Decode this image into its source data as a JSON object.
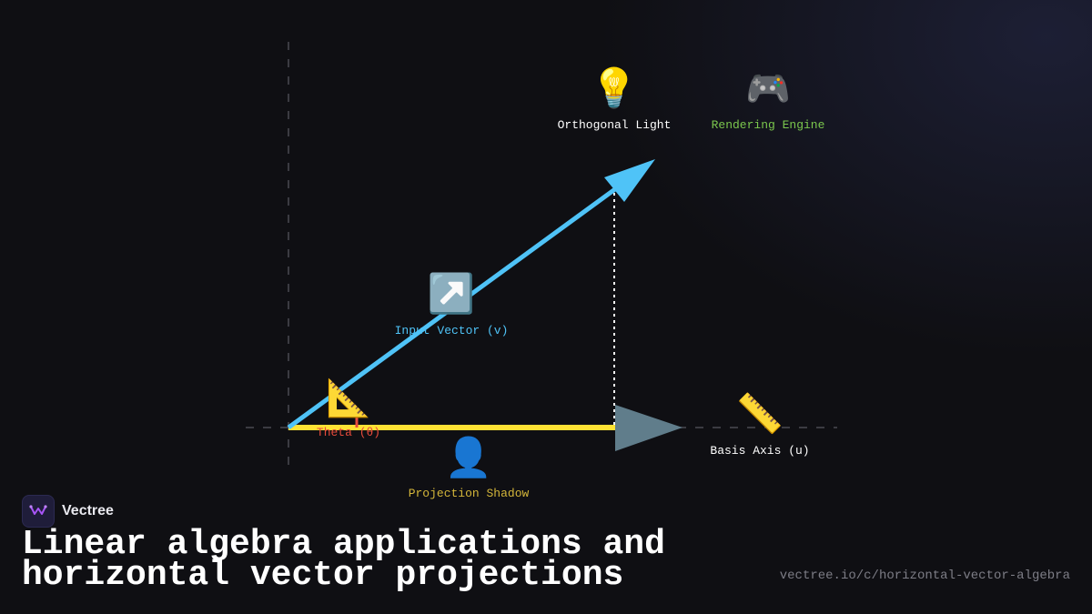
{
  "diagram": {
    "nodes": {
      "light": {
        "icon": "light-bulb-icon",
        "glyph": "💡",
        "label": "Orthogonal Light",
        "color": "#ffffff"
      },
      "engine": {
        "icon": "game-controller-icon",
        "glyph": "🎮",
        "label": "Rendering Engine",
        "color": "#7bc74d"
      },
      "vector": {
        "icon": "up-right-arrow-icon",
        "glyph": "↗️",
        "label": "Input Vector (v)",
        "color": "#4fc3f7"
      },
      "theta": {
        "icon": "triangular-ruler-icon",
        "glyph": "📐",
        "label": "Theta (θ)",
        "color": "#e84b3c"
      },
      "shadow": {
        "icon": "person-silhouette-icon",
        "glyph": "👤",
        "label": "Projection Shadow",
        "color": "#d4b63a"
      },
      "basis": {
        "icon": "straight-ruler-icon",
        "glyph": "📏",
        "label": "Basis Axis (u)",
        "color": "#ffffff"
      }
    },
    "colors": {
      "vector": "#4fc3f7",
      "projection": "#ffe234",
      "basis_arrow": "#607d8b",
      "angle": "#e84b3c"
    }
  },
  "brand": {
    "name": "Vectree"
  },
  "title": "Linear algebra applications and horizontal vector projections",
  "url": "vectree.io/c/horizontal-vector-algebra"
}
